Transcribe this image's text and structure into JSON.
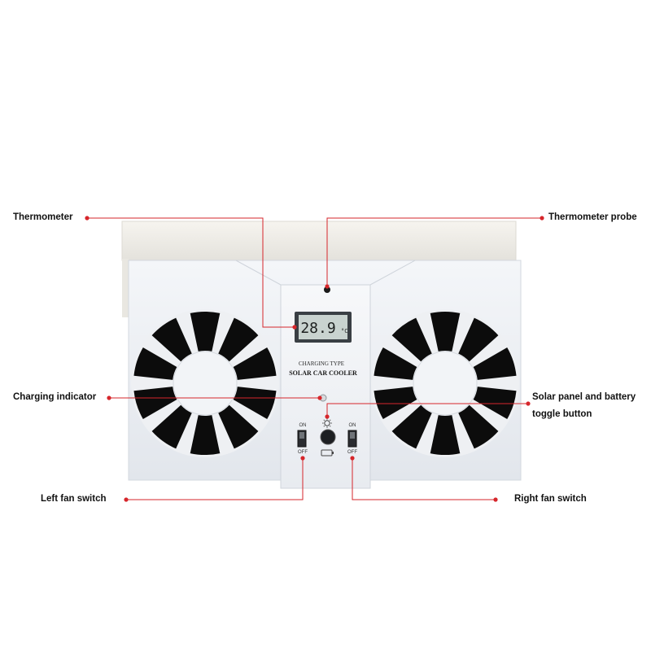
{
  "labels": {
    "thermometer": "Thermometer",
    "thermometer_probe": "Thermometer probe",
    "charging_indicator": "Charging indicator",
    "solar_toggle_line1": "Solar panel and battery",
    "solar_toggle_line2": "toggle button",
    "left_fan_switch": "Left fan switch",
    "right_fan_switch": "Right fan switch"
  },
  "device": {
    "display_reading": "28.9",
    "display_unit": "°C",
    "brand_line1": "CHARGING TYPE",
    "brand_line2": "SOLAR CAR COOLER",
    "switch_on": "ON",
    "switch_off": "OFF"
  },
  "colors": {
    "callout": "#d6262b",
    "body": "#eef1f5",
    "fan_blade": "#0c0c0c",
    "lcd": "#c9d3cf"
  },
  "icons": {
    "solar": "sun-icon",
    "battery": "battery-icon"
  }
}
